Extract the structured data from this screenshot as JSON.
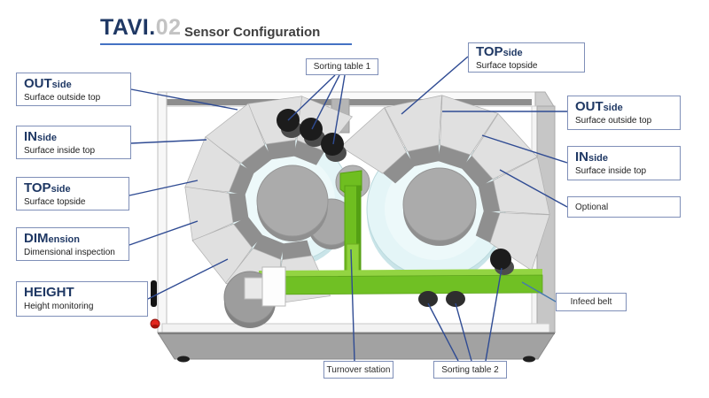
{
  "header": {
    "brand": "TAVI.",
    "brand_number": "02",
    "subtitle": "Sensor Configuration"
  },
  "colors": {
    "accent_navy": "#1f3864",
    "underline_blue": "#4472c4",
    "callout_line": "#2f4b93",
    "machine_green": "#70c024",
    "disc_cyan": "#e4f5f7"
  },
  "callouts": {
    "left": [
      {
        "title": "OUT",
        "suffix": "side",
        "desc": "Surface outside top"
      },
      {
        "title": "IN",
        "suffix": "side",
        "desc": "Surface inside top"
      },
      {
        "title": "TOP",
        "suffix": "side",
        "desc": "Surface topside"
      },
      {
        "title": "DIM",
        "suffix": "ension",
        "desc": "Dimensional inspection"
      },
      {
        "title": "HEIGHT",
        "suffix": "",
        "desc": "Height monitoring"
      }
    ],
    "right": [
      {
        "title": "TOP",
        "suffix": "side",
        "desc": "Surface topside"
      },
      {
        "title": "OUT",
        "suffix": "side",
        "desc": "Surface outside top"
      },
      {
        "title": "IN",
        "suffix": "side",
        "desc": "Surface inside top"
      }
    ],
    "simple": [
      {
        "label": "Sorting table 1"
      },
      {
        "label": "Optional"
      },
      {
        "label": "Infeed belt"
      },
      {
        "label": "Turnover station"
      },
      {
        "label": "Sorting table 2"
      }
    ]
  }
}
